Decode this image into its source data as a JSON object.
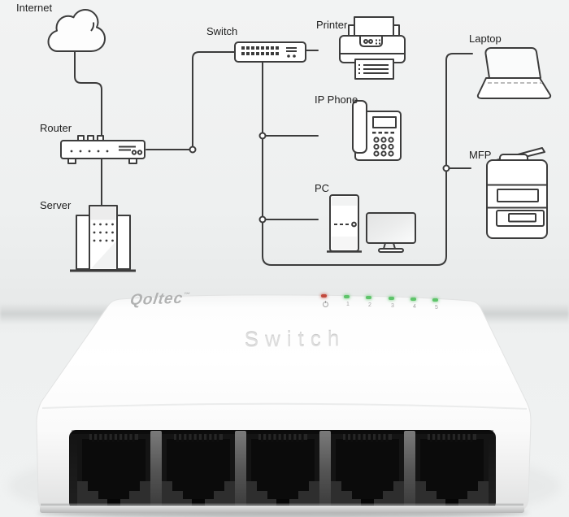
{
  "diagram": {
    "labels": {
      "internet": "Internet",
      "switch": "Switch",
      "printer": "Printer",
      "laptop": "Laptop",
      "router": "Router",
      "ip_phone": "IP Phone",
      "server": "Server",
      "pc": "PC",
      "mfp": "MFP"
    },
    "edges": [
      [
        "Internet",
        "Router"
      ],
      [
        "Router",
        "Server"
      ],
      [
        "Router",
        "Switch"
      ],
      [
        "Switch",
        "Printer"
      ],
      [
        "Switch",
        "IP Phone"
      ],
      [
        "Switch",
        "PC"
      ],
      [
        "Switch",
        "Laptop"
      ],
      [
        "Switch",
        "MFP"
      ]
    ]
  },
  "device": {
    "brand": "Qoltec",
    "brand_mark": "™",
    "panel_text": "Switch",
    "port_count": 5,
    "leds": {
      "power_color": "#c2493d",
      "link_color": "#5ec46a",
      "labels": [
        "1",
        "2",
        "3",
        "4",
        "5"
      ]
    }
  },
  "theme": {
    "diagram_line_color": "#3c3c3c",
    "background_wall": "#eef0f0",
    "device_body": "#ffffff",
    "port_recess": "#161616",
    "label_color": "#1f1f1f"
  }
}
